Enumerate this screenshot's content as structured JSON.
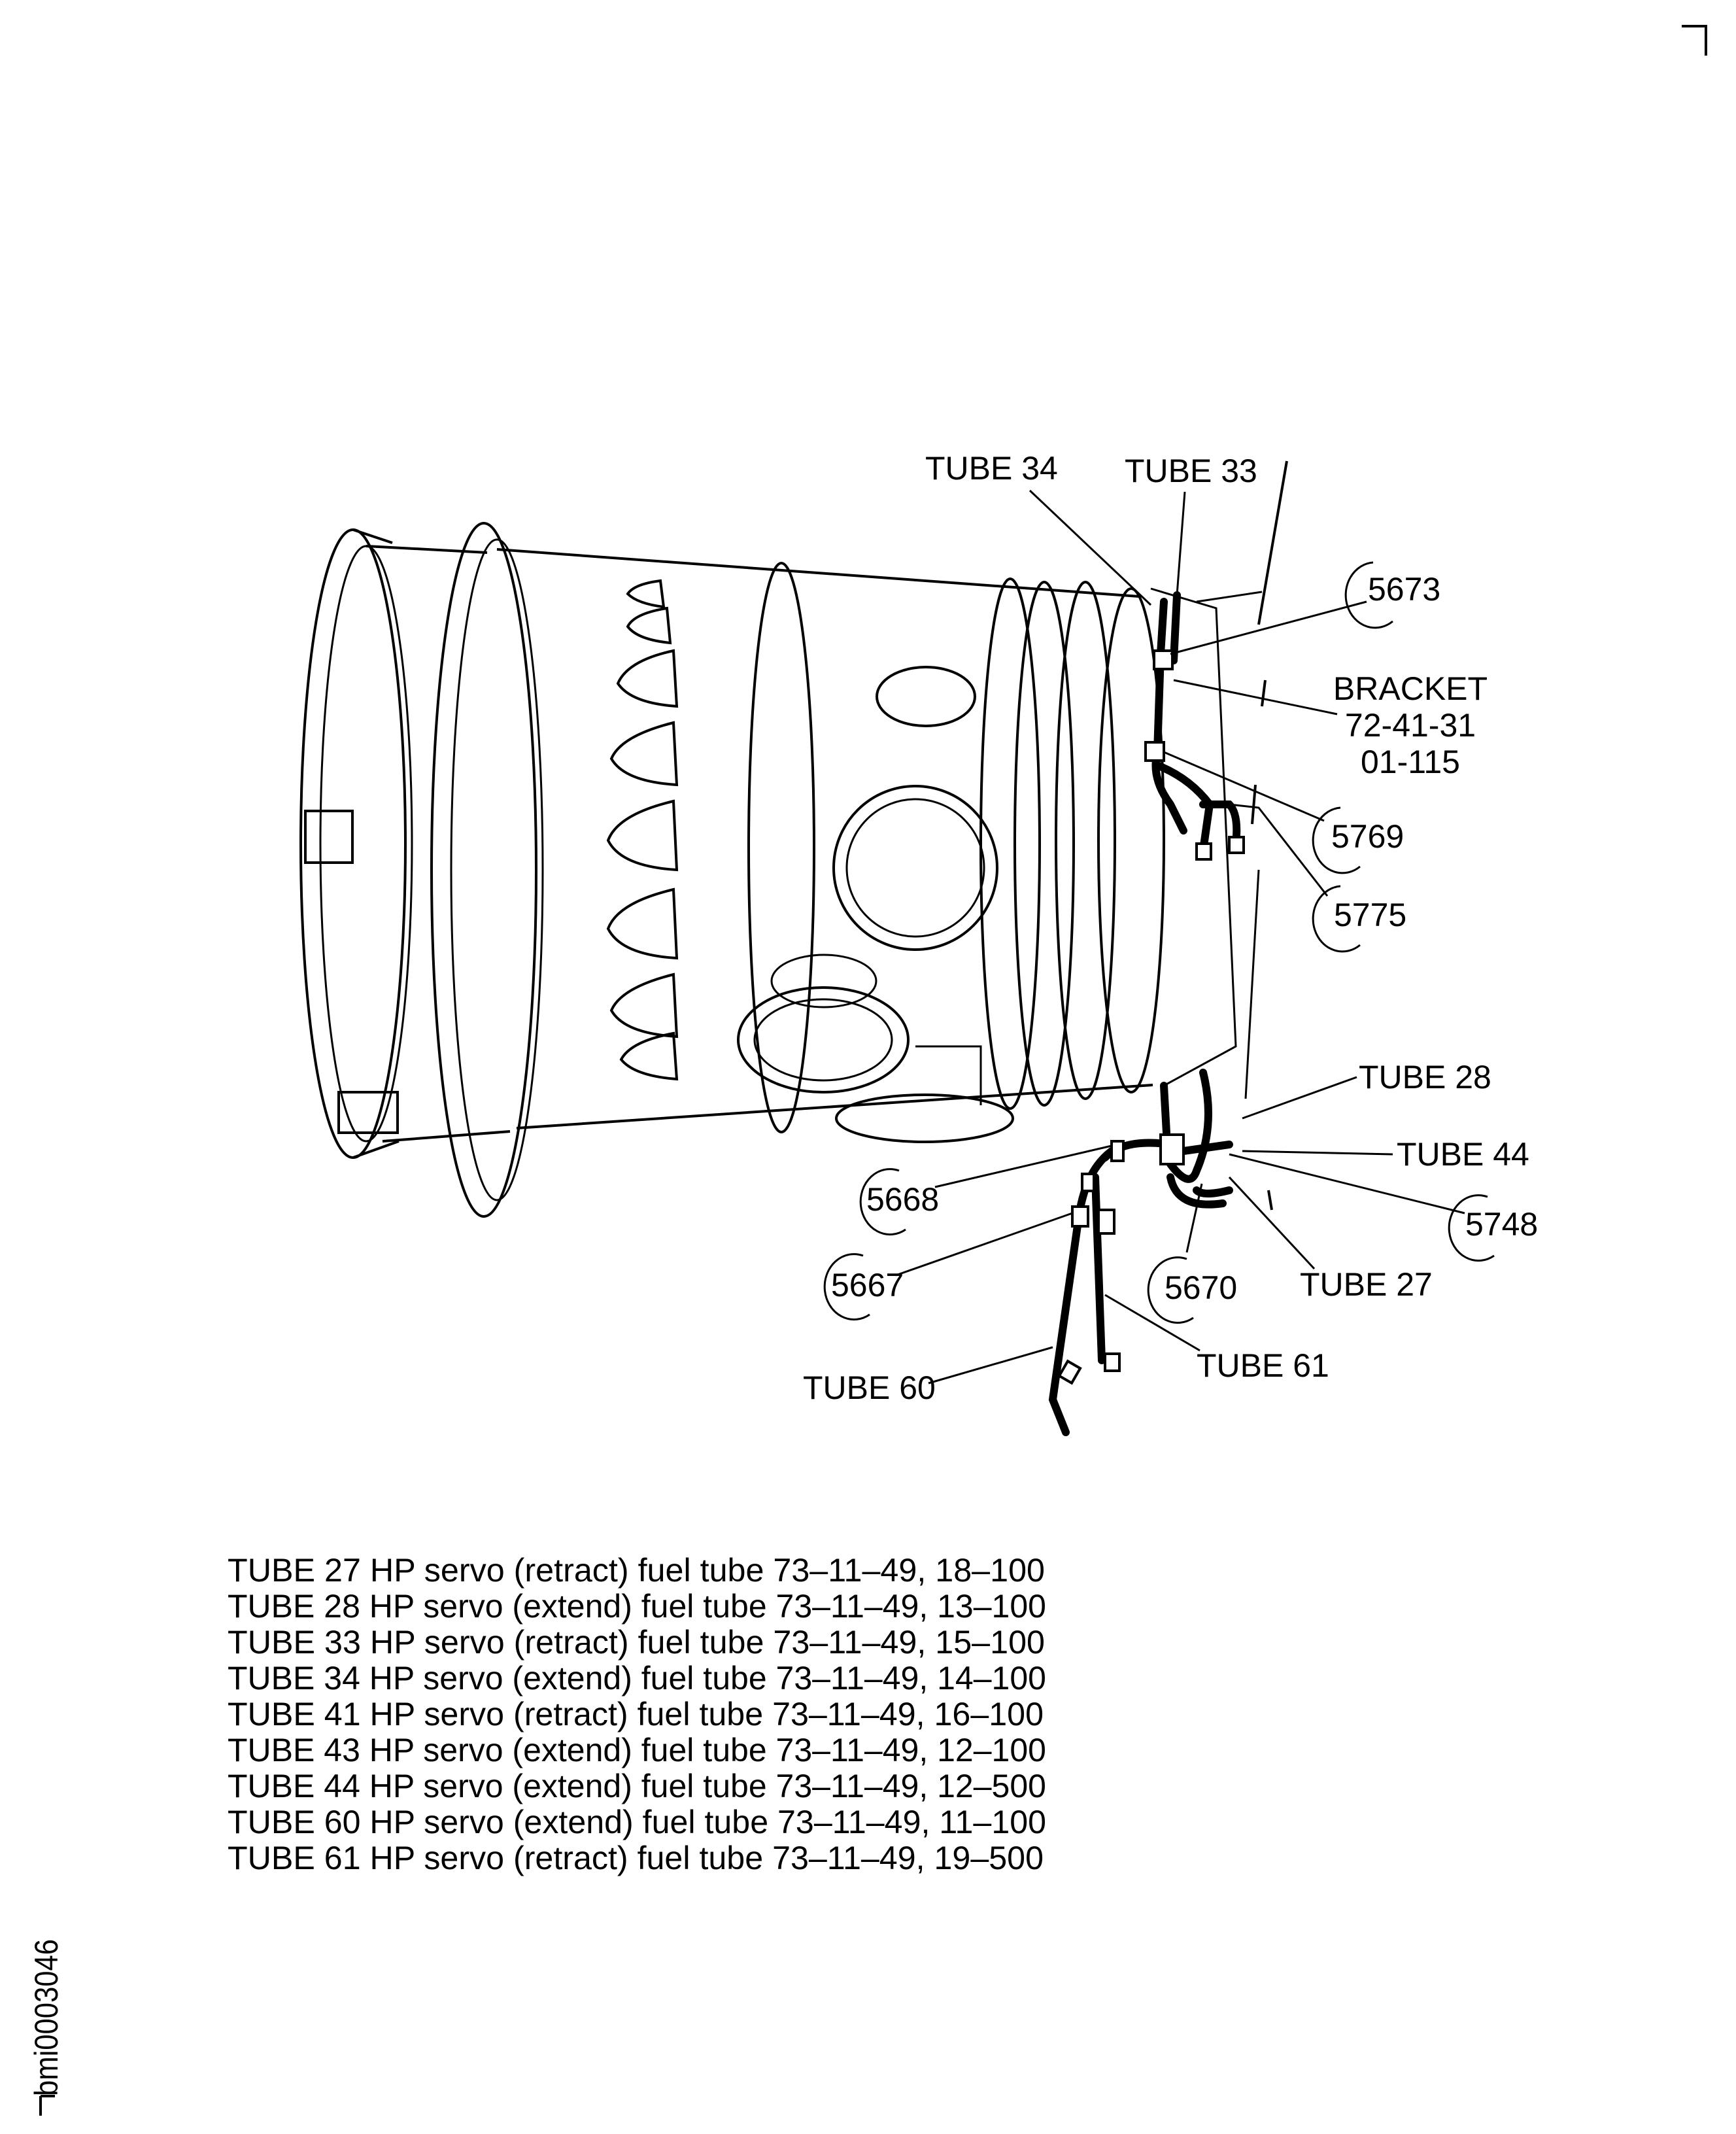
{
  "figure_id": "bmi0003046",
  "callouts": {
    "tube34": "TUBE 34",
    "tube33": "TUBE 33",
    "item5673": "5673",
    "bracket": [
      "BRACKET",
      "72-41-31",
      "01-115"
    ],
    "item5769": "5769",
    "item5775": "5775",
    "tube28": "TUBE 28",
    "tube44": "TUBE 44",
    "item5748": "5748",
    "tube27": "TUBE 27",
    "item5670": "5670",
    "item5668": "5668",
    "item5667": "5667",
    "tube61": "TUBE 61",
    "tube60": "TUBE 60"
  },
  "legend": [
    "TUBE 27 HP servo (retract) fuel tube 73–11–49, 18–100",
    "TUBE 28 HP servo (extend) fuel tube 73–11–49, 13–100",
    "TUBE 33 HP servo (retract) fuel tube 73–11–49, 15–100",
    "TUBE 34 HP servo (extend) fuel tube 73–11–49, 14–100",
    "TUBE 41 HP servo (retract) fuel tube 73–11–49, 16–100",
    "TUBE 43 HP servo (extend) fuel tube 73–11–49, 12–100",
    "TUBE 44 HP servo (extend) fuel tube 73–11–49, 12–500",
    "TUBE 60 HP servo (extend) fuel tube 73–11–49, 11–100",
    "TUBE 61 HP servo (retract) fuel tube 73–11–49, 19–500"
  ]
}
